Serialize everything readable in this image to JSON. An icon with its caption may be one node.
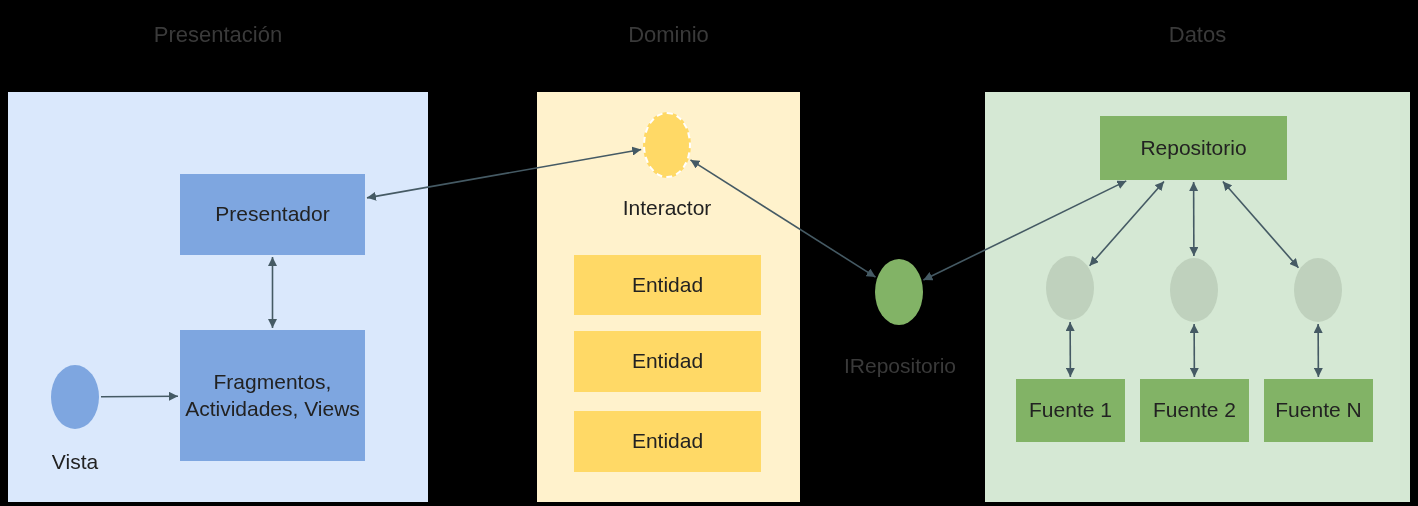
{
  "diagram": {
    "nodes": [
      {
        "text": [
          "Presentación"
        ]
      },
      {
        "text": [
          "Presentador"
        ],
        "in": 0
      },
      {
        "text": [
          "Fragmentos, Actividades, Views"
        ],
        "in": 0
      },
      {
        "text": [],
        "shape": "circle",
        "in": 0,
        "beside": [
          "Vista"
        ]
      },
      {
        "text": [
          "Dominio"
        ]
      },
      {
        "text": [],
        "shape": "circle",
        "in": 4,
        "beside": [
          "Interactor"
        ]
      },
      {
        "text": [
          "Entidad"
        ],
        "in": 4
      },
      {
        "text": [
          "Entidad"
        ],
        "in": 4
      },
      {
        "text": [
          "Entidad"
        ],
        "in": 4
      },
      {
        "text": [],
        "shape": "circle",
        "beside": [
          "IRepositorio"
        ]
      },
      {
        "text": [
          "Datos"
        ]
      },
      {
        "text": [
          "Repositorio"
        ],
        "in": 10
      },
      {
        "text": [],
        "shape": "circle",
        "in": 10
      },
      {
        "text": [],
        "shape": "circle",
        "in": 10
      },
      {
        "text": [],
        "shape": "circle",
        "in": 10
      },
      {
        "text": [
          "Fuente 1"
        ],
        "in": 10
      },
      {
        "text": [
          "Fuente 2"
        ],
        "in": 10
      },
      {
        "text": [
          "Fuente N"
        ],
        "in": 10
      }
    ],
    "edges": [
      {
        "from": 1,
        "to": 5,
        "arrow": "both"
      },
      {
        "from": 1,
        "to": 2,
        "arrow": "both"
      },
      {
        "from": 3,
        "to": 2,
        "arrow": "to"
      },
      {
        "from": 5,
        "to": 9,
        "arrow": "both"
      },
      {
        "from": 11,
        "to": 9,
        "arrow": "both"
      },
      {
        "from": 11,
        "to": 12,
        "arrow": "both"
      },
      {
        "from": 11,
        "to": 13,
        "arrow": "both"
      },
      {
        "from": 11,
        "to": 14,
        "arrow": "both"
      },
      {
        "from": 12,
        "to": 15,
        "arrow": "both"
      },
      {
        "from": 13,
        "to": 16,
        "arrow": "both"
      },
      {
        "from": 14,
        "to": 17,
        "arrow": "both"
      }
    ]
  }
}
